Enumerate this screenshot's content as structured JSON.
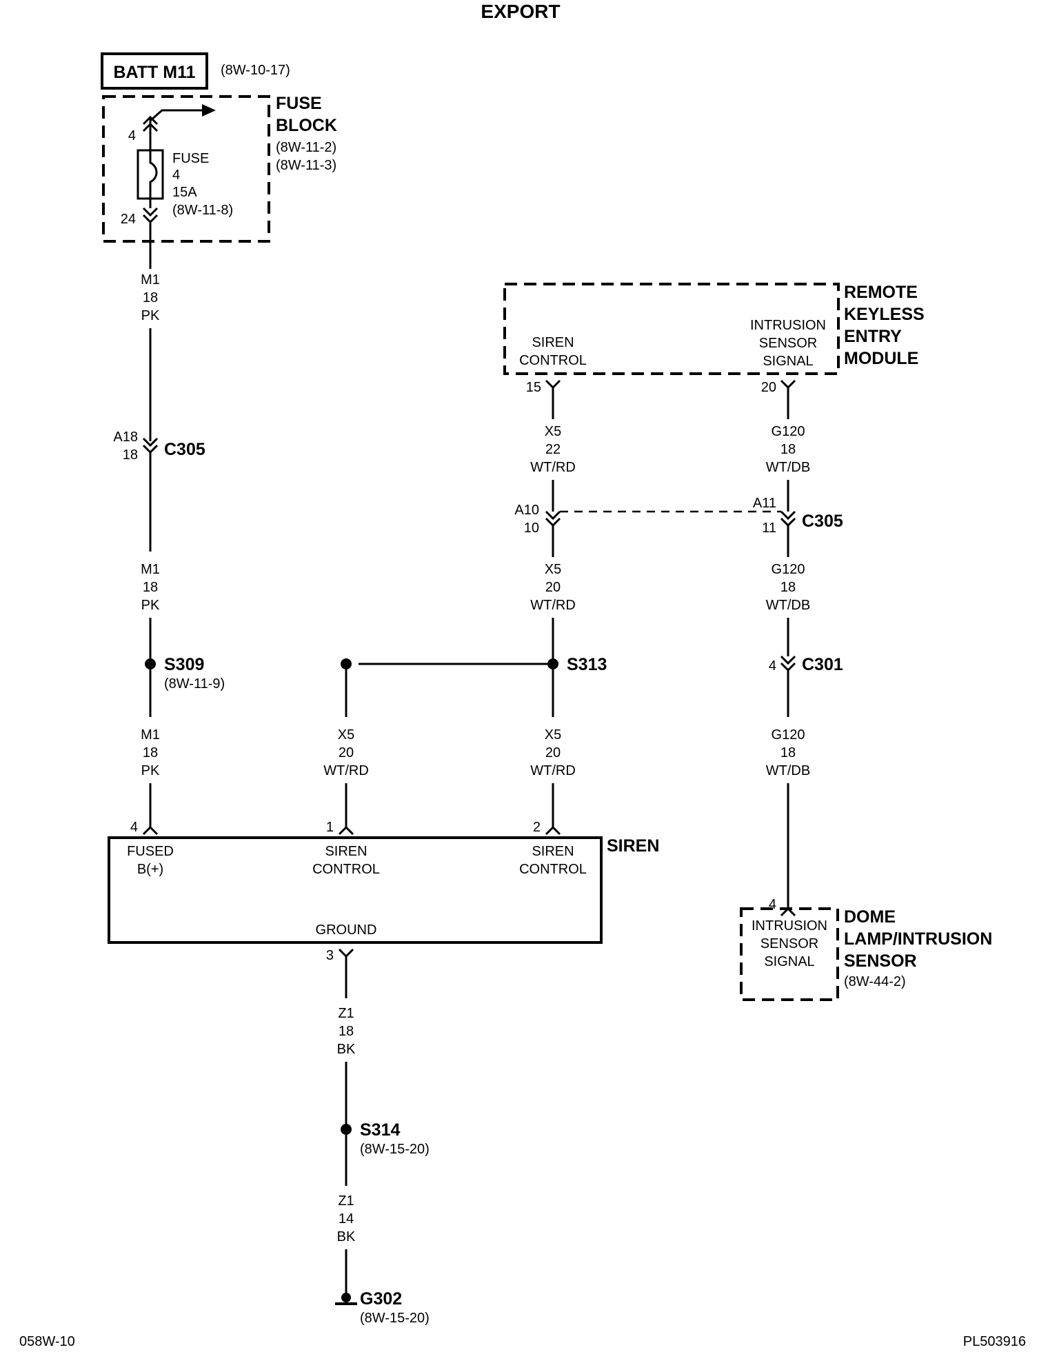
{
  "title": "EXPORT",
  "batt": {
    "label": "BATT M11",
    "ref": "(8W-10-17)"
  },
  "fuse_block": {
    "name_line1": "FUSE",
    "name_line2": "BLOCK",
    "ref1": "(8W-11-2)",
    "ref2": "(8W-11-3)",
    "pin_in": "4",
    "pin_out": "24",
    "fuse": {
      "l1": "FUSE",
      "l2": "4",
      "l3": "15A",
      "l4": "(8W-11-8)"
    }
  },
  "rke_module": {
    "name": [
      "REMOTE",
      "KEYLESS",
      "ENTRY",
      "MODULE"
    ],
    "siren_control": [
      "SIREN",
      "CONTROL"
    ],
    "intrusion": [
      "INTRUSION",
      "SENSOR",
      "SIGNAL"
    ],
    "pin_siren": "15",
    "pin_intrusion": "20"
  },
  "wires": {
    "w1": [
      "M1",
      "18",
      "PK"
    ],
    "w2": [
      "M1",
      "18",
      "PK"
    ],
    "w3": [
      "M1",
      "18",
      "PK"
    ],
    "w4": [
      "X5",
      "22",
      "WT/RD"
    ],
    "w5": [
      "G120",
      "18",
      "WT/DB"
    ],
    "w6": [
      "X5",
      "20",
      "WT/RD"
    ],
    "w7": [
      "G120",
      "18",
      "WT/DB"
    ],
    "w8": [
      "X5",
      "20",
      "WT/RD"
    ],
    "w9": [
      "X5",
      "20",
      "WT/RD"
    ],
    "w10": [
      "G120",
      "18",
      "WT/DB"
    ],
    "w11": [
      "Z1",
      "18",
      "BK"
    ],
    "w12": [
      "Z1",
      "14",
      "BK"
    ]
  },
  "connectors": {
    "c305_left": {
      "pin_a": "A18",
      "pin_b": "18",
      "name": "C305"
    },
    "c305_right": {
      "pin_a10": "A10",
      "pin_10": "10",
      "pin_a11": "A11",
      "pin_11": "11",
      "name": "C305"
    },
    "c301": {
      "pin": "4",
      "name": "C301"
    }
  },
  "splices": {
    "s309": {
      "name": "S309",
      "ref": "(8W-11-9)"
    },
    "s313": {
      "name": "S313"
    },
    "s314": {
      "name": "S314",
      "ref": "(8W-15-20)"
    }
  },
  "siren": {
    "name": "SIREN",
    "pin_fused": "4",
    "pin_ctrl1": "1",
    "pin_ctrl2": "2",
    "pin_ground": "3",
    "fused": [
      "FUSED",
      "B(+)"
    ],
    "ctrl1": [
      "SIREN",
      "CONTROL"
    ],
    "ctrl2": [
      "SIREN",
      "CONTROL"
    ],
    "ground": "GROUND"
  },
  "dome_lamp": {
    "name": [
      "DOME",
      "LAMP/INTRUSION",
      "SENSOR"
    ],
    "ref": "(8W-44-2)",
    "pin": "4",
    "inner": [
      "INTRUSION",
      "SENSOR",
      "SIGNAL"
    ]
  },
  "ground": {
    "name": "G302",
    "ref": "(8W-15-20)"
  },
  "footer": {
    "left": "058W-10",
    "right": "PL503916"
  }
}
